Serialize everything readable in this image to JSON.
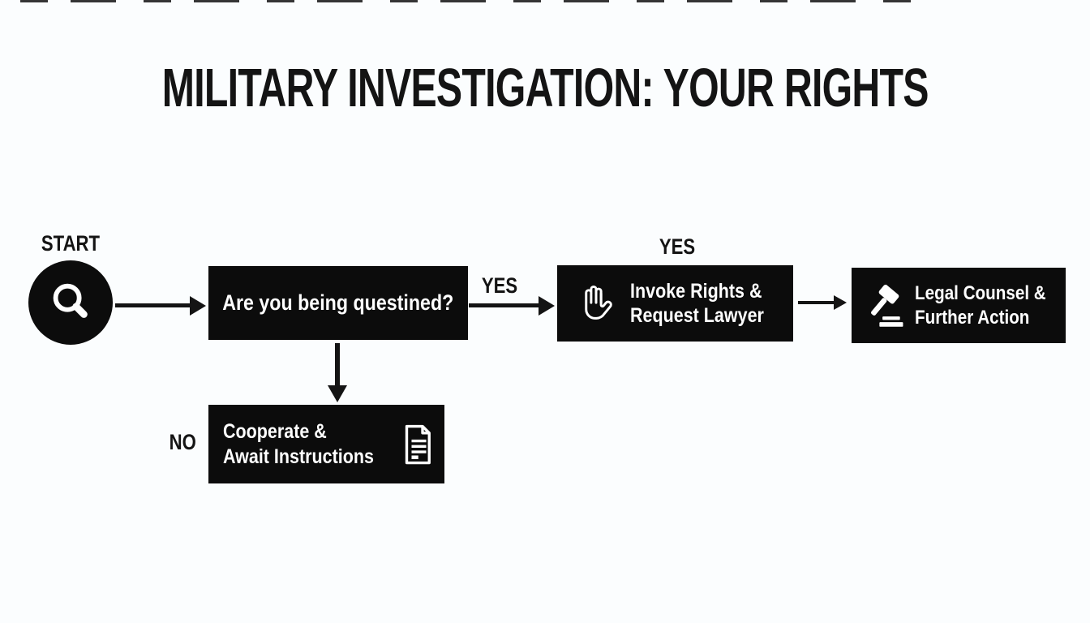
{
  "title": "MILITARY INVESTIGATION: YOUR RIGHTS",
  "start": {
    "label": "START",
    "icon": "magnifier-icon"
  },
  "labels": {
    "yes_edge": "YES",
    "yes_above_invoke": "YES",
    "no_edge": "NO"
  },
  "nodes": {
    "question": {
      "text": "Are you being questined?"
    },
    "invoke": {
      "line1": "Invoke Rights &",
      "line2": "Request Lawyer",
      "icon": "raised-hand-icon"
    },
    "counsel": {
      "line1": "Legal Counsel &",
      "line2": "Further Action",
      "icon": "gavel-icon"
    },
    "cooperate": {
      "line1": "Cooperate &",
      "line2": "Await Instructions",
      "icon": "document-icon"
    }
  },
  "colors": {
    "background": "#fbfdfe",
    "node_background": "#0c0c0c",
    "node_text": "#ffffff",
    "ink": "#141414"
  }
}
